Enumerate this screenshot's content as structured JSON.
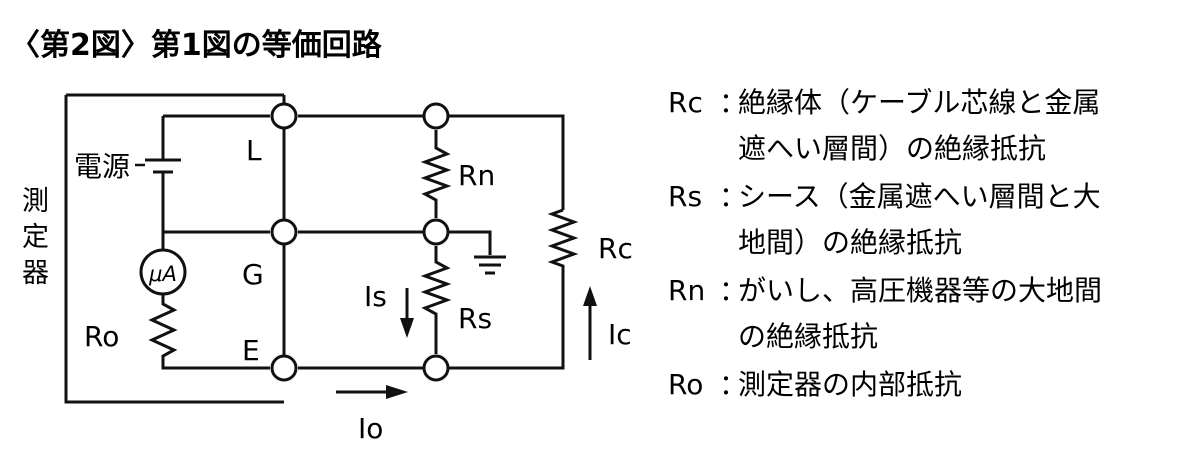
{
  "title": "〈第2図〉第1図の等価回路",
  "circuit": {
    "meter_label_chars": [
      "測",
      "定",
      "器"
    ],
    "power_source": "電源",
    "terminals": {
      "l": "L",
      "g": "G",
      "e": "E"
    },
    "ammeter": "μA",
    "resistors": {
      "ro": "Ro",
      "rn": "Rn",
      "rs": "Rs",
      "rc": "Rc"
    },
    "currents": {
      "is": "Is",
      "io": "Io",
      "ic": "Ic"
    }
  },
  "legend": [
    {
      "symbol": "Rc",
      "lines": [
        "絶縁体（ケーブル芯線と金属",
        "遮へい層間）の絶縁抵抗"
      ]
    },
    {
      "symbol": "Rs",
      "lines": [
        "シース（金属遮へい層間と大",
        "地間）の絶縁抵抗"
      ]
    },
    {
      "symbol": "Rn",
      "lines": [
        "がいし、高圧機器等の大地間",
        "の絶縁抵抗"
      ]
    },
    {
      "symbol": "Ro",
      "lines": [
        "測定器の内部抵抗"
      ]
    }
  ]
}
